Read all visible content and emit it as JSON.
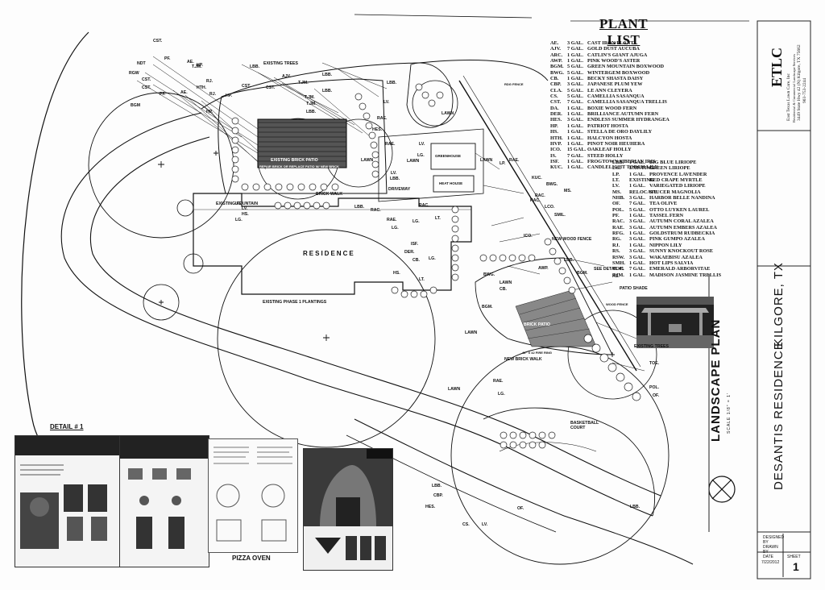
{
  "plant_list": {
    "title": "PLANT LIST",
    "group1": [
      {
        "code": "AE.",
        "qty": "3 GAL.",
        "name": "CAST IRON PLANT"
      },
      {
        "code": "AJV.",
        "qty": "7 GAL.",
        "name": "GOLD DUST AUCUBA"
      },
      {
        "code": "ARC.",
        "qty": "1 GAL.",
        "name": "CATLIN'S GIANT AJUGA"
      },
      {
        "code": "AWP.",
        "qty": "1 GAL.",
        "name": "PINK WOOD'S ASTER"
      },
      {
        "code": "BGM.",
        "qty": "5 GAL.",
        "name": "GREEN MOUNTAIN BOXWOOD"
      },
      {
        "code": "BWG.",
        "qty": "5 GAL.",
        "name": "WINTERGEM BOXWOOD"
      },
      {
        "code": "CB.",
        "qty": "1 GAL.",
        "name": "BECKY SHASTA DAISY"
      },
      {
        "code": "CBP.",
        "qty": "3 GAL.",
        "name": "JAPANESE PLUM YEW"
      },
      {
        "code": "CLA.",
        "qty": "5 GAL.",
        "name": "LE ANN CLEYERA"
      },
      {
        "code": "CS.",
        "qty": "5 GAL.",
        "name": "CAMELLIA SASANQUA"
      },
      {
        "code": "CST.",
        "qty": "7 GAL.",
        "name": "CAMELLIA SASANQUA TRELLIS"
      },
      {
        "code": "DA.",
        "qty": "1 GAL.",
        "name": "BOXIE WOOD FERN"
      },
      {
        "code": "DER.",
        "qty": "1 GAL.",
        "name": "BRILLIANCE AUTUMN FERN"
      },
      {
        "code": "HES.",
        "qty": "3 GAL.",
        "name": "ENDLESS SUMMER HYDRANGEA"
      },
      {
        "code": "HP.",
        "qty": "1 GAL.",
        "name": "PATRIOT HOSTA"
      },
      {
        "code": "HS.",
        "qty": "1 GAL.",
        "name": "STELLA DE ORO DAYLILY"
      },
      {
        "code": "HTH.",
        "qty": "1 GAL.",
        "name": "HALCYON HOSTA"
      },
      {
        "code": "HVP.",
        "qty": "1 GAL.",
        "name": "PINOT NOIR HEUHERA"
      },
      {
        "code": "ICO.",
        "qty": "15 GAL.",
        "name": "OAKLEAF HOLLY"
      },
      {
        "code": "IS.",
        "qty": "7 GAL.",
        "name": "STEED HOLLY"
      },
      {
        "code": "ISF.",
        "qty": "1 GAL.",
        "name": "FROGTOWN SIBERIAN IRIS"
      },
      {
        "code": "KUC.",
        "qty": "1 GAL.",
        "name": "CANDLELIGHT TORCH LILY"
      }
    ],
    "group2": [
      {
        "code": "LBB.",
        "qty": "1 GAL.",
        "name": "BIG BLUE LIRIOPE"
      },
      {
        "code": "LG.",
        "qty": "EXISTING",
        "name": "GREEN LIRIOPE"
      },
      {
        "code": "LP.",
        "qty": "1 GAL.",
        "name": "PROVENCE LAVENDER"
      },
      {
        "code": "LT.",
        "qty": "EXISTING",
        "name": "RED CRAPE MYRTLE"
      },
      {
        "code": "LV.",
        "qty": "1 GAL.",
        "name": "VARIEGATED LIRIOPE"
      },
      {
        "code": "MS.",
        "qty": "RELOCATE",
        "name": "SAUCER MAGNOLIA"
      },
      {
        "code": "NHB.",
        "qty": "3 GAL.",
        "name": "HARBOR BELLE NANDINA"
      },
      {
        "code": "OF.",
        "qty": "7 GAL.",
        "name": "TEA OLIVE"
      },
      {
        "code": "POL.",
        "qty": "5 GAL.",
        "name": "OTTO LUYKEN LAUREL"
      },
      {
        "code": "PF.",
        "qty": "1 GAL.",
        "name": "TASSEL FERN"
      },
      {
        "code": "RAC.",
        "qty": "3 GAL.",
        "name": "AUTUMN CORAL AZALEA"
      },
      {
        "code": "RAE.",
        "qty": "3 GAL.",
        "name": "AUTUMN EMBERS AZALEA"
      },
      {
        "code": "RFG.",
        "qty": "1 GAL.",
        "name": "GOLDSTRUM RUDBECKIA"
      },
      {
        "code": "RG.",
        "qty": "3 GAL.",
        "name": "PINK GUMPO AZALEA"
      },
      {
        "code": "RJ.",
        "qty": "1 GAL.",
        "name": "NIPPON LILY"
      },
      {
        "code": "RS.",
        "qty": "3 GAL.",
        "name": "SUNNY KNOCKOUT ROSE"
      },
      {
        "code": "RSW.",
        "qty": "3 GAL.",
        "name": "WAKAEBISU AZALEA"
      },
      {
        "code": "SMH.",
        "qty": "1 GAL.",
        "name": "HOT LIPS SALVIA"
      },
      {
        "code": "TOE.",
        "qty": "7 GAL.",
        "name": "EMERALD ARBORVITAE"
      },
      {
        "code": "TJM.",
        "qty": "1 GAL.",
        "name": "MADISON JASMINE TRELLIS"
      }
    ]
  },
  "title_block": {
    "company": "ETLC",
    "company_lines": [
      "East Texas Lawn Care, Inc",
      "Residential & Commercial Landscape Services",
      "3449 State Hwy 42 (N) Kilgore, TX 75662",
      "903-753-2244"
    ],
    "project": "DESANTIS RESIDENCE",
    "location": "KILGORE, TX",
    "drawing_title": "LANDSCAPE PLAN",
    "scale": "SCALE 1/8\" = 1'",
    "designed_by_label": "DESIGNED BY",
    "drawn_by_label": "DRAWN BY",
    "date_label": "DATE",
    "date_value": "7/22/2012",
    "sheet_label": "SHEET",
    "sheet_number": "1"
  },
  "plan_labels": {
    "residence": "RESIDENCE",
    "existing_phase": "EXISTING PHASE 1 PLANTINGS",
    "existing_trees_top": "EXISTING TREES",
    "existing_trees_right": "EXISTING TREES",
    "existing_brick_patio": "EXISTING BRICK PATIO",
    "patio_note": "REPAIR BRICK OR REPLACE PATIO W/ NEW BRICK",
    "driveway": "DRIVEWAY",
    "greenhouse": "GREENHOUSE",
    "heat_house": "HEAT HOUSE",
    "brick_walk": "BRICK WALK",
    "existing_fountain": "EXISTING FOUNTAIN",
    "lawn": "LAWN",
    "new_brick_walk": "NEW BRICK WALK",
    "new_wood_fence": "NEW WOOD FENCE",
    "wood_fence": "WOOD FENCE",
    "basketball_court": "BASKETBALL COURT",
    "brick_patio": "BRICK PATIO",
    "see_detail": "SEE DETAIL #1",
    "patio_shade": "PATIO SHADE",
    "detail_caption": "DETAIL # 1",
    "pizza_oven": "PIZZA OVEN",
    "fire_ring": "42\" X 42 FIRE RING",
    "rdg_fence": "RDG FENCE"
  },
  "plant_tags": [
    "CST.",
    "PF.",
    "AE.",
    "NDT",
    "T.JM.",
    "RGW",
    "CST.",
    "RJ.",
    "HTH.",
    "CST.",
    "AE.",
    "PF.",
    "RJ.",
    "CST.",
    "HP.",
    "BGM",
    "HP.",
    "LBB.",
    "HP.",
    "AJV.",
    "T.JM.",
    "CST.",
    "LBB.",
    "T.JM.",
    "T.JM.",
    "LBB.",
    "LBB.",
    "LBB.",
    "LV.",
    "RAE.",
    "HES.",
    "RAE.",
    "LV.",
    "LG.",
    "LV.",
    "LBB.",
    "LG.",
    "LV.",
    "HS.",
    "LG.",
    "LBB.",
    "RAC.",
    "RAE.",
    "LG.",
    "LG.",
    "ISF.",
    "DER.",
    "CB.",
    "HS.",
    "LP.",
    "RAE.",
    "KUC.",
    "MS.",
    "LCO.",
    "SMIL.",
    "RAC.",
    "RAC.",
    "RAC.",
    "LT.",
    "LG.",
    "BWG.",
    "BGM.",
    "CB.",
    "AWP.",
    "LBB.",
    "BGM.",
    "BWG.",
    "ICO.",
    "HS.",
    "TOE.",
    "POL.",
    "OF.",
    "RAE.",
    "LG.",
    "LBB.",
    "CBP.",
    "HES.",
    "OF.",
    "LBB.",
    "CS.",
    "LV.",
    "LT."
  ]
}
